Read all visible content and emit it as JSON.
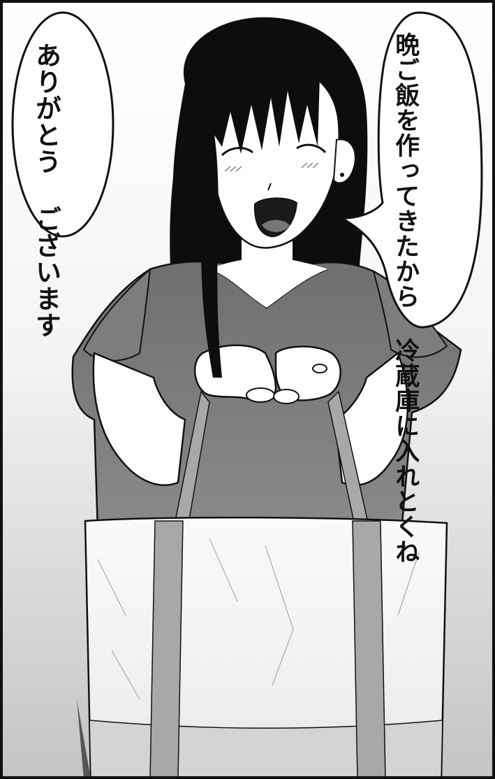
{
  "panel": {
    "speech_bubbles": [
      {
        "speaker": "",
        "lines": [
          "晩ご飯を作ってきたから",
          "冷蔵庫に入れとくね"
        ]
      },
      {
        "speaker": "",
        "lines": [
          "ありがとう",
          "ございます"
        ]
      }
    ]
  },
  "colors": {
    "border": "#111111",
    "background_top": "#ffffff",
    "background_bottom": "#c8c8c8",
    "hair": "#0d0d0d",
    "dress": "#7a7a7a",
    "bag": "#f2f2f2",
    "bag_straps": "#a8a8a8",
    "skin": "#ffffff"
  }
}
